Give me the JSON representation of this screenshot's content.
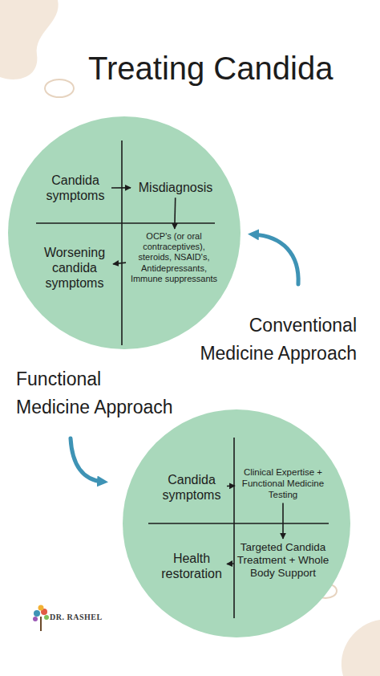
{
  "diagram": {
    "title": "Treating Candida",
    "nodes": [
      {
        "text": [
          "Conventional Medicine Approach"
        ]
      },
      {
        "text": [
          "Candida symptoms"
        ],
        "in": 0
      },
      {
        "text": [
          "Misdiagnosis"
        ],
        "in": 0
      },
      {
        "text": [
          "OCP's (or oral contraceptives), steroids, NSAID's, Antidepressants, Immune suppressants"
        ],
        "in": 0
      },
      {
        "text": [
          "Worsening candida symptoms"
        ],
        "in": 0
      },
      {
        "text": [
          "Functional Medicine Approach"
        ]
      },
      {
        "text": [
          "Candida symptoms"
        ],
        "in": 5
      },
      {
        "text": [
          "Clinical Expertise + Functional Medicine Testing"
        ],
        "in": 5
      },
      {
        "text": [
          "Targeted Candida Treatment + Whole Body Support"
        ],
        "in": 5
      },
      {
        "text": [
          "Health restoration"
        ],
        "in": 5
      }
    ],
    "edges": [
      {
        "from": 1,
        "to": 2,
        "arrow": "to"
      },
      {
        "from": 2,
        "to": 3,
        "arrow": "to"
      },
      {
        "from": 3,
        "to": 4,
        "arrow": "to"
      },
      {
        "from": 6,
        "to": 7,
        "arrow": "to"
      },
      {
        "from": 7,
        "to": 8,
        "arrow": "to"
      },
      {
        "from": 8,
        "to": 9,
        "arrow": "to"
      }
    ],
    "labels": [
      "DR. RASHEL"
    ]
  }
}
